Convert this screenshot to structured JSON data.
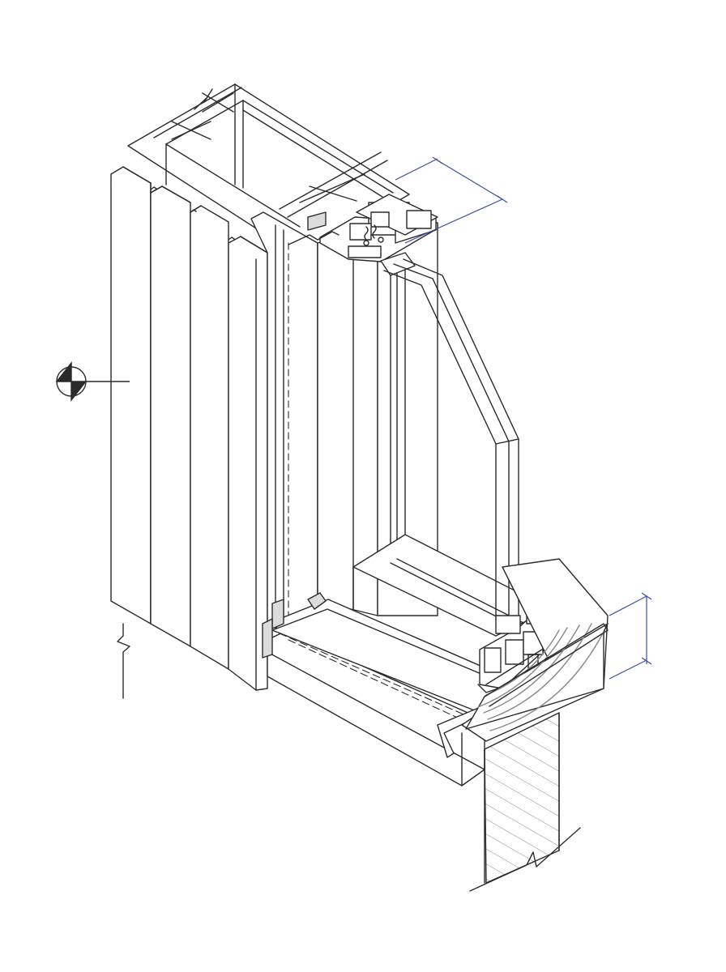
{
  "drawing": {
    "kind": "isometric window sill section detail",
    "labels": [],
    "colors": {
      "line": "#2b2b2b",
      "hatch": "#8a8a8a",
      "dimension": "#3a4fa8",
      "fill": "#ffffff",
      "sealant": "#dcdcdc"
    },
    "components": [
      {
        "id": "vertical-cladding-boards",
        "count": 4
      },
      {
        "id": "wall-framing-stud"
      },
      {
        "id": "window-frame-aluminium-profile"
      },
      {
        "id": "double-glazing-unit"
      },
      {
        "id": "sill-flashing"
      },
      {
        "id": "sill-timber-block"
      },
      {
        "id": "wall-below"
      },
      {
        "id": "section-marker"
      },
      {
        "id": "dimension-frame-width"
      },
      {
        "id": "dimension-sill-height"
      }
    ]
  }
}
